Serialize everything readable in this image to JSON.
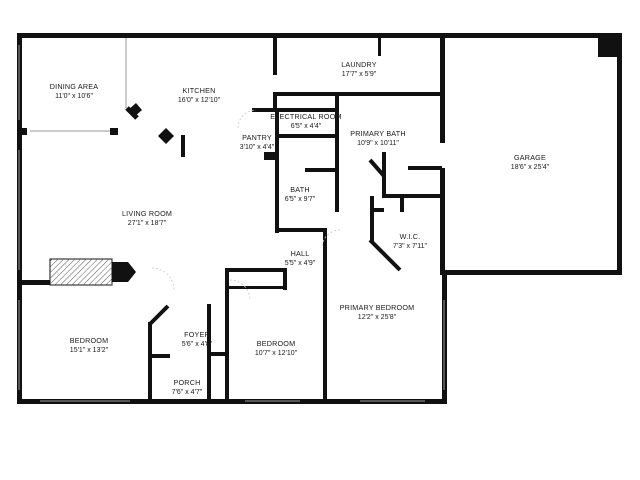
{
  "rooms": {
    "dining": {
      "name": "DINING AREA",
      "dims": "11'0\" x 10'6\""
    },
    "kitchen": {
      "name": "KITCHEN",
      "dims": "16'0\" x 12'10\""
    },
    "laundry": {
      "name": "LAUNDRY",
      "dims": "17'7\" x 5'9\""
    },
    "electrical": {
      "name": "ELECTRICAL ROOM",
      "dims": "6'5\" x 4'4\""
    },
    "pantry": {
      "name": "PANTRY",
      "dims": "3'10\" x 4'4\""
    },
    "primary_bath": {
      "name": "PRIMARY BATH",
      "dims": "10'9\" x 10'11\""
    },
    "garage": {
      "name": "GARAGE",
      "dims": "18'6\" x 25'4\""
    },
    "living": {
      "name": "LIVING ROOM",
      "dims": "27'1\" x 18'7\""
    },
    "bath": {
      "name": "BATH",
      "dims": "6'5\" x 9'7\""
    },
    "wic": {
      "name": "W.I.C.",
      "dims": "7'3\" x 7'11\""
    },
    "hall": {
      "name": "HALL",
      "dims": "5'5\" x 4'9\""
    },
    "primary_bedroom": {
      "name": "PRIMARY BEDROOM",
      "dims": "12'2\" x 25'8\""
    },
    "bedroom1": {
      "name": "BEDROOM",
      "dims": "15'1\" x 13'2\""
    },
    "foyer": {
      "name": "FOYER",
      "dims": "5'6\" x 4'8\""
    },
    "bedroom2": {
      "name": "BEDROOM",
      "dims": "10'7\" x 12'10\""
    },
    "porch": {
      "name": "PORCH",
      "dims": "7'6\" x 4'7\""
    }
  }
}
